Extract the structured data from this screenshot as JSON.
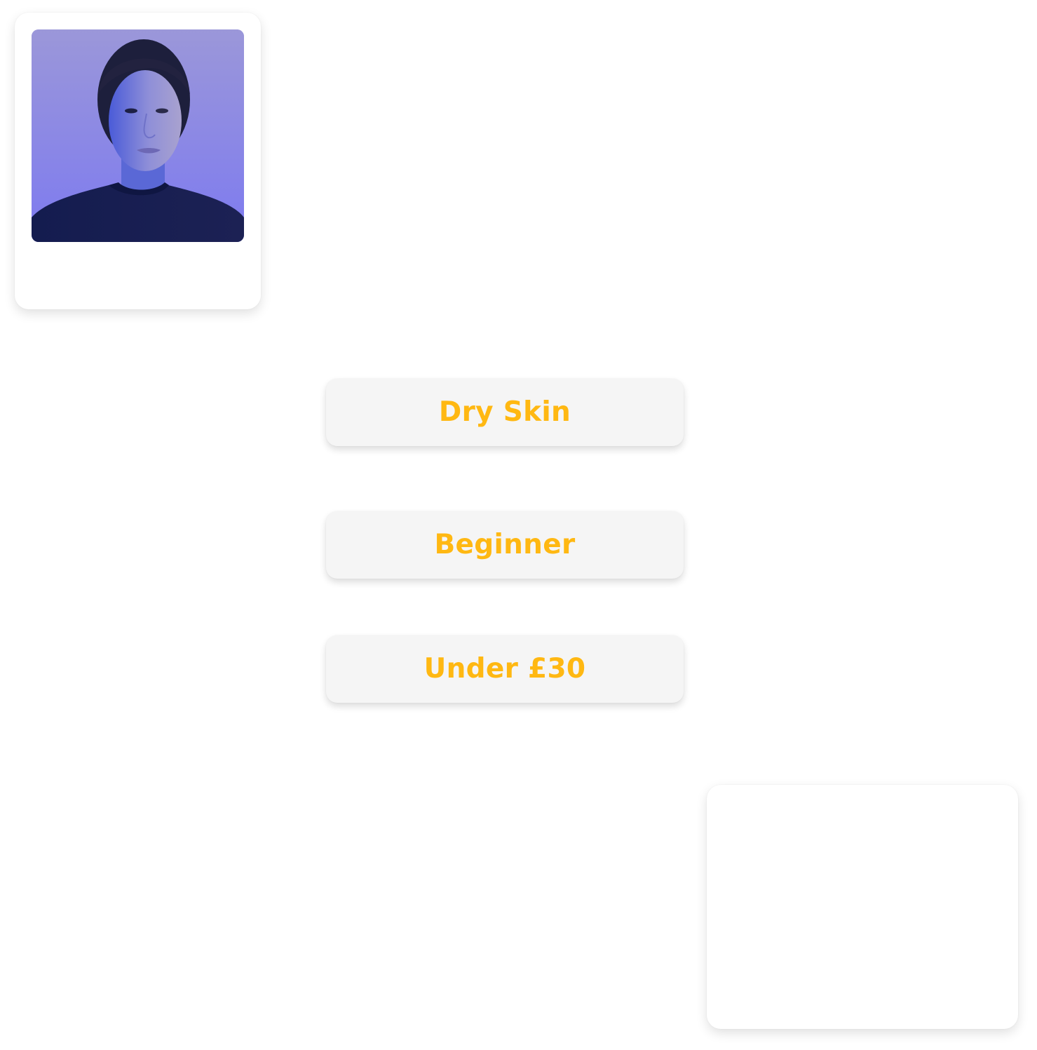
{
  "profile": {
    "photo_icon": "portrait-photo",
    "accent_background": "#8c89e6"
  },
  "answers": {
    "skin_type": "Dry Skin",
    "experience": "Beginner",
    "budget": "Under £30"
  },
  "colors": {
    "accent_text": "#ffb812",
    "pill_background": "#f5f5f5",
    "card_background": "#ffffff"
  }
}
